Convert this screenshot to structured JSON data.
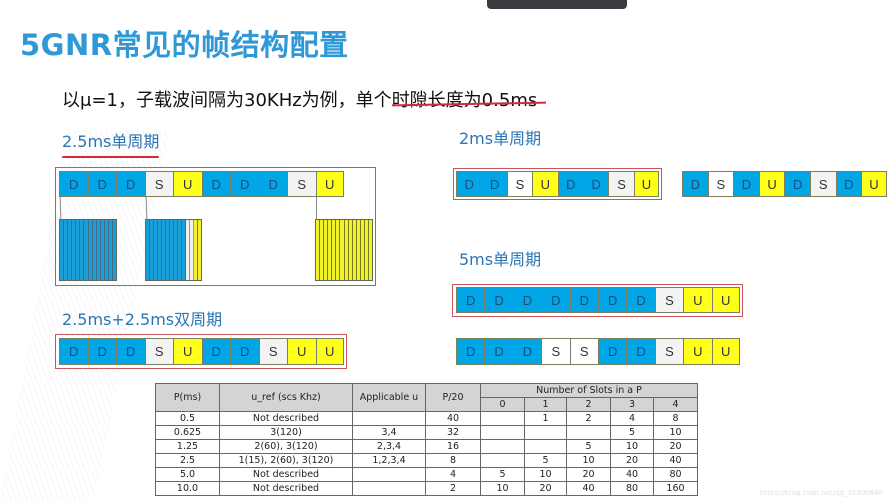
{
  "slide": {
    "title": "5GNR常见的帧结构配置",
    "subtitle_prefix": "以μ=1，子载波间隔为30KHz为例，单个",
    "subtitle_underlined": "时隙长度为0.5ms",
    "watermark": "https://blog.csdn.net/qq_32300640"
  },
  "colors": {
    "title": "#2f98d6",
    "label": "#2c75b5",
    "downlink": "#00a6e6",
    "special": "#f3f3f3",
    "uplink": "#ffff1a",
    "highlight_box": "#c8555e"
  },
  "configs": {
    "p25": {
      "label": "2.5ms单周期",
      "slots": [
        "D",
        "D",
        "D",
        "S",
        "U",
        "D",
        "D",
        "D",
        "S",
        "U"
      ]
    },
    "p2": {
      "label": "2ms单周期",
      "slots_a": [
        "D",
        "D",
        "S",
        "U",
        "D",
        "D",
        "S",
        "U"
      ],
      "slots_b": [
        "D",
        "S",
        "D",
        "U",
        "D",
        "S",
        "D",
        "U"
      ]
    },
    "p5": {
      "label": "5ms单周期",
      "slots_a": [
        "D",
        "D",
        "D",
        "D",
        "D",
        "D",
        "D",
        "S",
        "U",
        "U"
      ],
      "slots_b": [
        "D",
        "D",
        "D",
        "S",
        "S",
        "D",
        "D",
        "S",
        "U",
        "U"
      ]
    },
    "p25x2": {
      "label": "2.5ms+2.5ms双周期",
      "slots": [
        "D",
        "D",
        "D",
        "S",
        "U",
        "D",
        "D",
        "S",
        "U",
        "U"
      ]
    }
  },
  "table": {
    "headers": {
      "p": "P(ms)",
      "uref": "u_ref (scs Khz)",
      "applicable": "Applicable u",
      "p20": "P/20",
      "slots_group": "Number of Slots in a P",
      "u_cols": [
        "0",
        "1",
        "2",
        "3",
        "4"
      ]
    },
    "rows": [
      {
        "p": "0.5",
        "uref": "Not described",
        "applicable": "",
        "p20": "40",
        "s": [
          "",
          "1",
          "2",
          "4",
          "8"
        ]
      },
      {
        "p": "0.625",
        "uref": "3(120)",
        "applicable": "3,4",
        "p20": "32",
        "s": [
          "",
          "",
          "",
          "5",
          "10"
        ]
      },
      {
        "p": "1.25",
        "uref": "2(60), 3(120)",
        "applicable": "2,3,4",
        "p20": "16",
        "s": [
          "",
          "",
          "5",
          "10",
          "20"
        ]
      },
      {
        "p": "2.5",
        "uref": "1(15), 2(60), 3(120)",
        "applicable": "1,2,3,4",
        "p20": "8",
        "s": [
          "",
          "5",
          "10",
          "20",
          "40"
        ]
      },
      {
        "p": "5.0",
        "uref": "Not described",
        "applicable": "",
        "p20": "4",
        "s": [
          "5",
          "10",
          "20",
          "40",
          "80"
        ]
      },
      {
        "p": "10.0",
        "uref": "Not described",
        "applicable": "",
        "p20": "2",
        "s": [
          "10",
          "20",
          "40",
          "80",
          "160"
        ]
      }
    ]
  }
}
